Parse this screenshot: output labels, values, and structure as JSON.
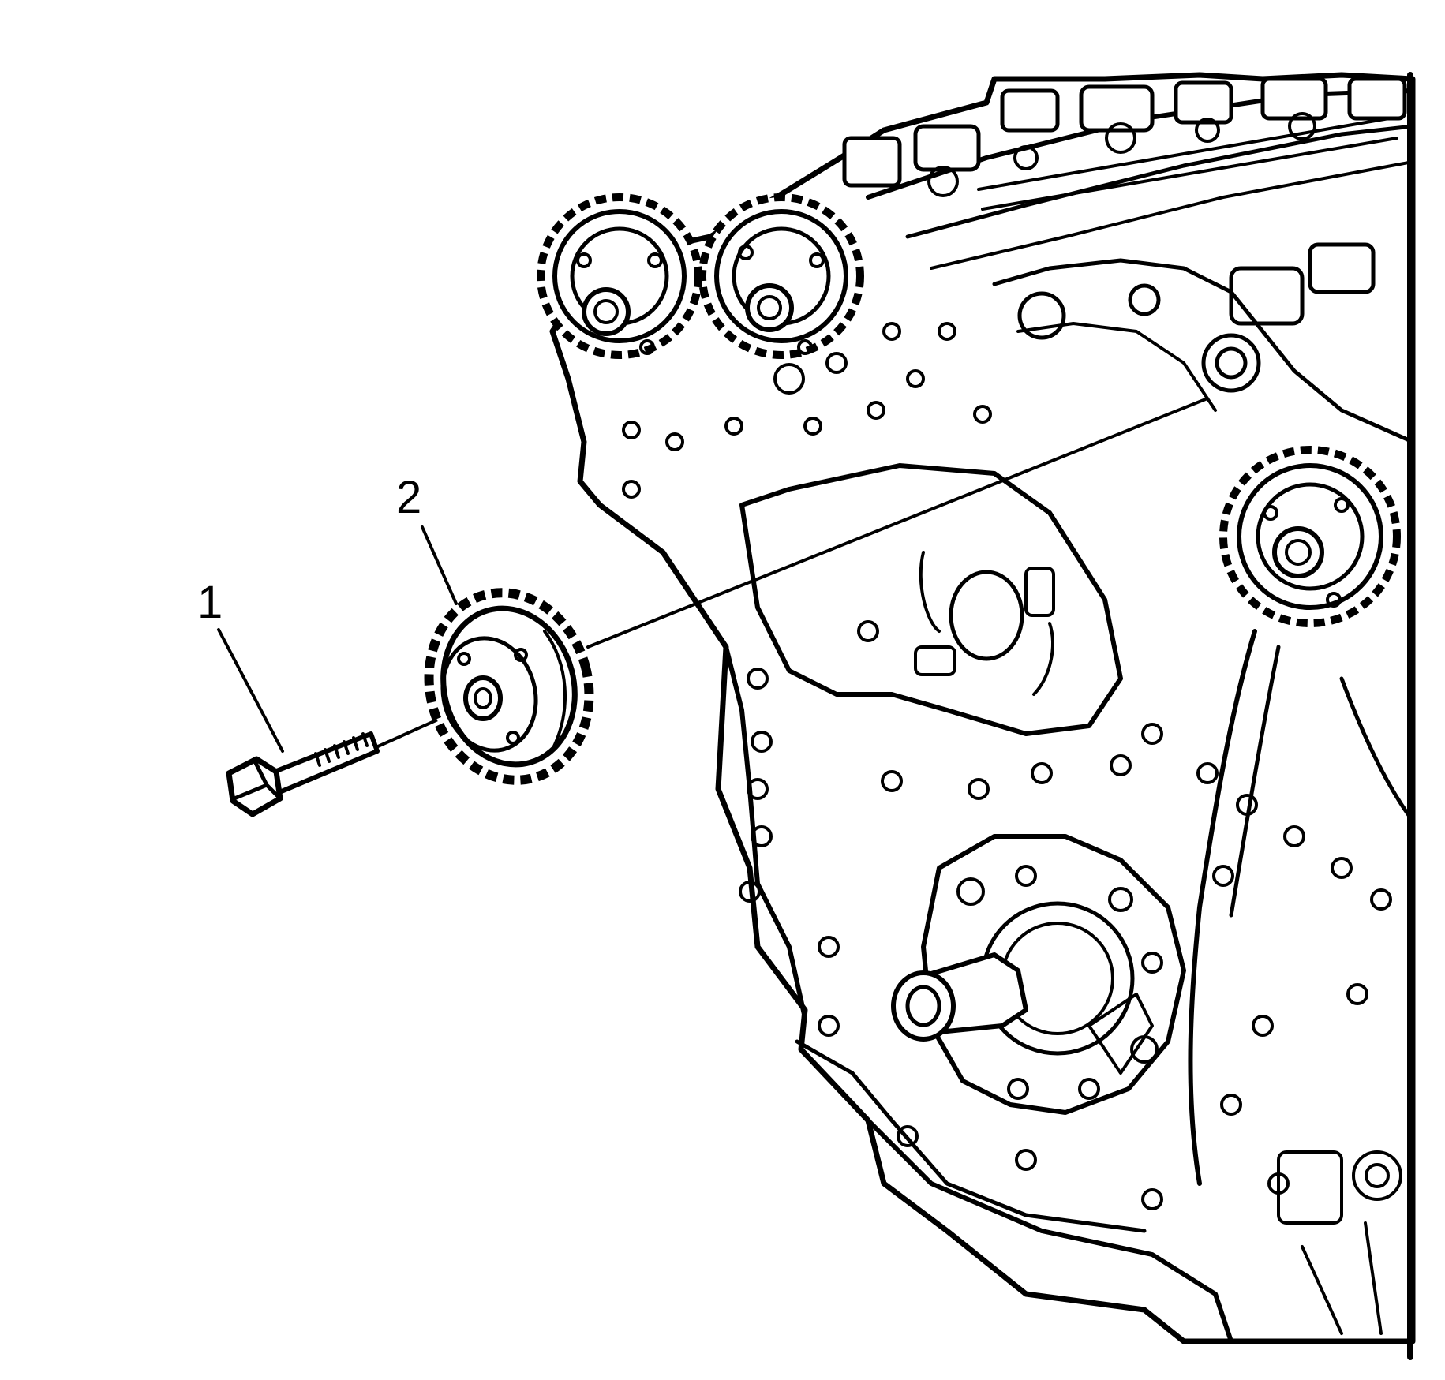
{
  "figure": {
    "background": "#ffffff",
    "ink_color": "#000000",
    "callouts": [
      {
        "id": "1",
        "label": "1"
      },
      {
        "id": "2",
        "label": "2"
      }
    ]
  }
}
